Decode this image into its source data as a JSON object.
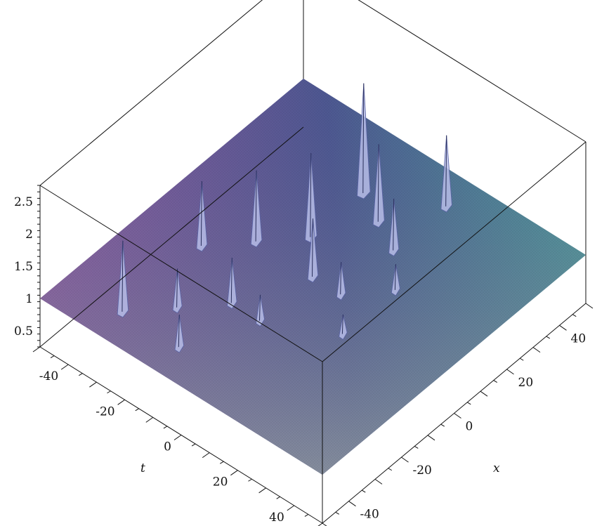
{
  "chart_data": {
    "type": "surface3d",
    "title": "",
    "axes": {
      "x": {
        "label": "x",
        "range": [
          -50,
          50
        ],
        "ticks": [
          -40,
          -20,
          0,
          20,
          40
        ],
        "tick_labels": [
          "-40",
          "-20",
          "0",
          "20",
          "40"
        ]
      },
      "t": {
        "label": "t",
        "range": [
          -50,
          50
        ],
        "ticks": [
          -40,
          -20,
          0,
          20,
          40
        ],
        "tick_labels": [
          "-40",
          "-20",
          "0",
          "20",
          "40"
        ]
      },
      "z": {
        "label": "",
        "range": [
          0.25,
          2.75
        ],
        "ticks": [
          0.5,
          1,
          1.5,
          2,
          2.5
        ],
        "tick_labels": [
          "0.5",
          "1",
          "1.5",
          "2",
          "2.5"
        ]
      }
    },
    "baseline": 1,
    "surface_colors": {
      "t_low": "#9a5aa3",
      "t_high": "#8e98a0",
      "x_high": "#4e5892",
      "corner": "#4aa29a"
    },
    "peaks": [
      {
        "t": -10,
        "x": 30,
        "z": 2.7
      },
      {
        "t": 10,
        "x": 40,
        "z": 2.1
      },
      {
        "t": 0,
        "x": 25,
        "z": 2.2
      },
      {
        "t": -10,
        "x": 10,
        "z": 2.3
      },
      {
        "t": -20,
        "x": 0,
        "z": 2.1
      },
      {
        "t": -30,
        "x": -10,
        "z": 2.0
      },
      {
        "t": 10,
        "x": 20,
        "z": 1.8
      },
      {
        "t": 0,
        "x": 0,
        "z": 1.9
      },
      {
        "t": -10,
        "x": -20,
        "z": 1.7
      },
      {
        "t": -20,
        "x": -30,
        "z": 1.6
      },
      {
        "t": -30,
        "x": -40,
        "z": 2.1
      },
      {
        "t": 10,
        "x": 0,
        "z": 1.5
      },
      {
        "t": 0,
        "x": -20,
        "z": 1.4
      },
      {
        "t": -10,
        "x": -40,
        "z": 1.5
      },
      {
        "t": 20,
        "x": 10,
        "z": 1.4
      },
      {
        "t": 20,
        "x": -10,
        "z": 1.3
      }
    ]
  }
}
